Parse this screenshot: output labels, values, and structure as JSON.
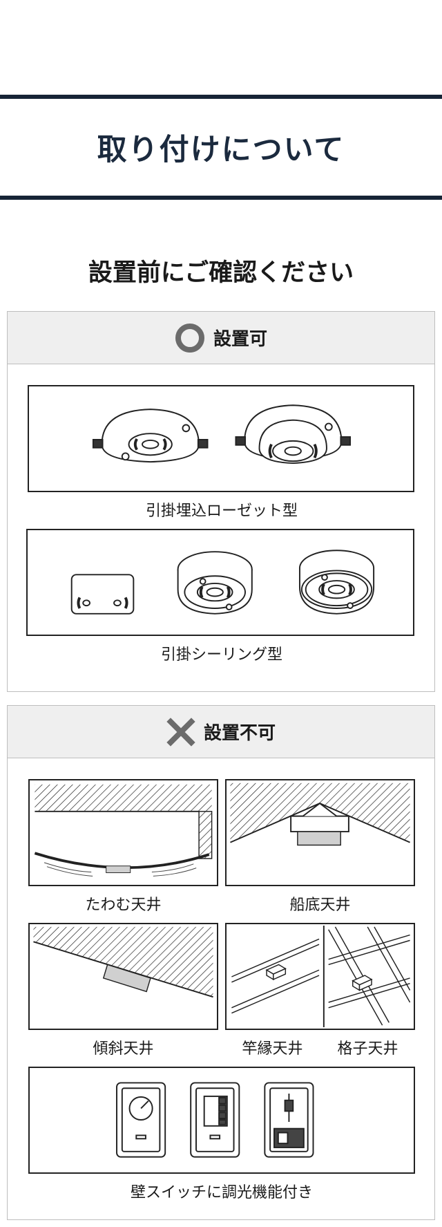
{
  "header": {
    "title": "取り付けについて"
  },
  "subtitle": "設置前にご確認ください",
  "ok_panel": {
    "title": "設置可",
    "icon": "circle-icon",
    "items": [
      {
        "caption": "引掛埋込ローゼット型"
      },
      {
        "caption": "引掛シーリング型"
      }
    ]
  },
  "ng_panel": {
    "title": "設置不可",
    "icon": "cross-icon",
    "items": [
      {
        "caption": "たわむ天井"
      },
      {
        "caption": "船底天井"
      },
      {
        "caption": "傾斜天井"
      },
      {
        "caption": "竿縁天井"
      },
      {
        "caption": "格子天井"
      },
      {
        "caption": "壁スイッチに調光機能付き"
      }
    ]
  },
  "colors": {
    "header_border": "#162436",
    "title": "#1b2a3e",
    "panel_head_bg": "#efefef",
    "icon_gray": "#6b6b6b",
    "underline": "#f6e58c"
  }
}
